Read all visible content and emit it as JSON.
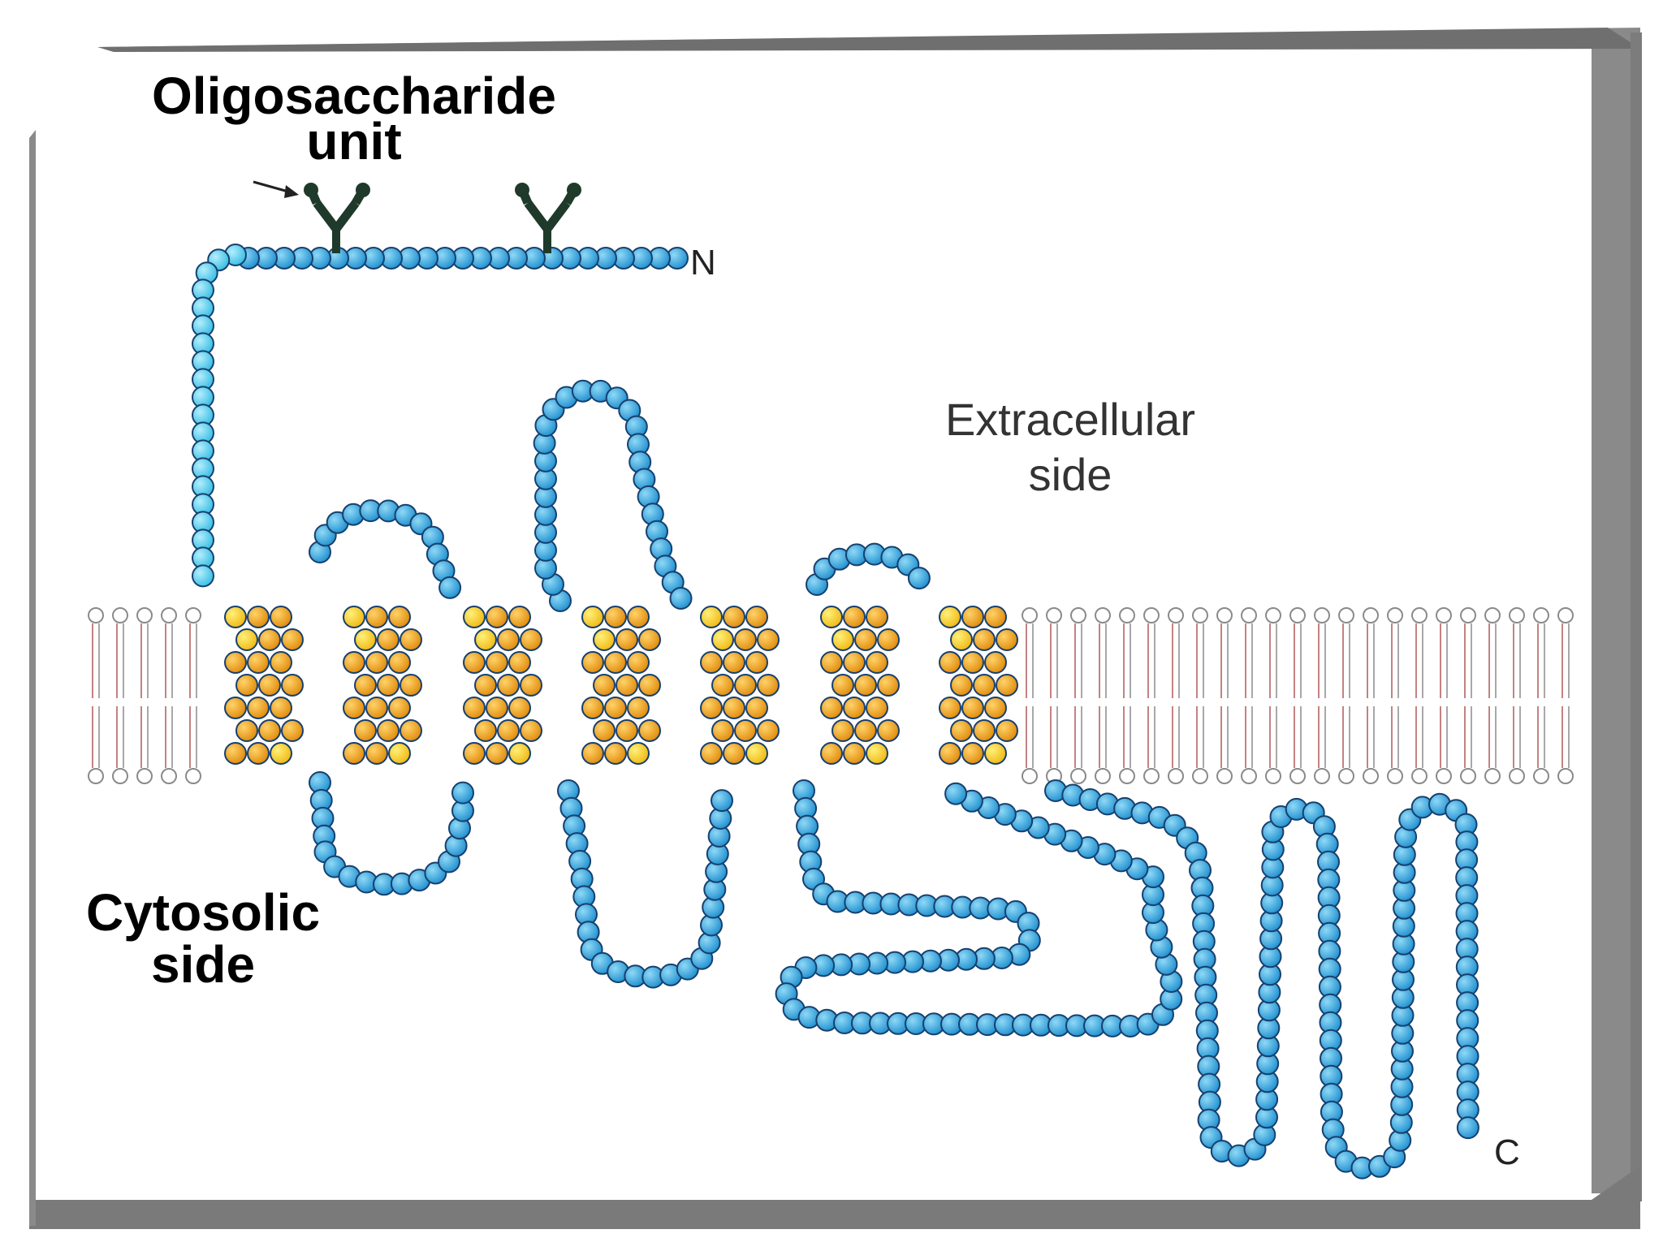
{
  "labels": {
    "oligo_line1": "Oligosaccharide",
    "oligo_line2": "unit",
    "extracellular_line1": "Extracellular",
    "extracellular_line2": "side",
    "cytosolic_line1": "Cytosolic",
    "cytosolic_line2": "side",
    "n_terminus": "N",
    "c_terminus": "C"
  },
  "colors": {
    "extracellular_residue": "#4ec9ea",
    "loop_residue": "#2f9fd8",
    "helix_residue": "#f2a512",
    "helix_edge_residue": "#f5cf1c",
    "residue_outline": "#1a3a6a",
    "oligosaccharide": "#1f3a2a",
    "lipid_head": "#7a7a7a",
    "slide_frame": "#6f6f6f"
  },
  "diagram": {
    "transmembrane_helices": 7,
    "oligosaccharide_units": 2
  }
}
